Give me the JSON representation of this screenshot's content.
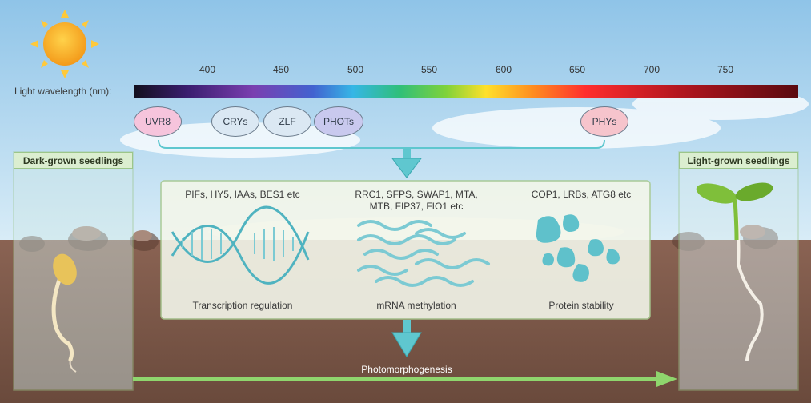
{
  "spectrum": {
    "axis_label": "Light wavelength (nm):",
    "ticks": [
      "400",
      "450",
      "500",
      "550",
      "600",
      "650",
      "700",
      "750"
    ]
  },
  "receptors": [
    "UVR8",
    "CRYs",
    "ZLF",
    "PHOTs",
    "PHYs"
  ],
  "panels": {
    "dark_title": "Dark-grown seedlings",
    "light_title": "Light-grown seedlings"
  },
  "mechanisms": {
    "transcription": {
      "factors": "PIFs, HY5, IAAs, BES1 etc",
      "caption": "Transcription regulation"
    },
    "methylation": {
      "factors_line1": "RRC1, SFPS, SWAP1, MTA,",
      "factors_line2": "MTB, FIP37, FIO1 etc",
      "caption": "mRNA methylation"
    },
    "protein": {
      "factors": "COP1, LRBs, ATG8 etc",
      "caption": "Protein stability"
    }
  },
  "process_label": "Photomorphogenesis",
  "colors": {
    "sky_top": "#8fc4e8",
    "soil": "#7a5646",
    "teal_accent": "#5fc7cf",
    "green_arrow": "#8fd66d"
  }
}
